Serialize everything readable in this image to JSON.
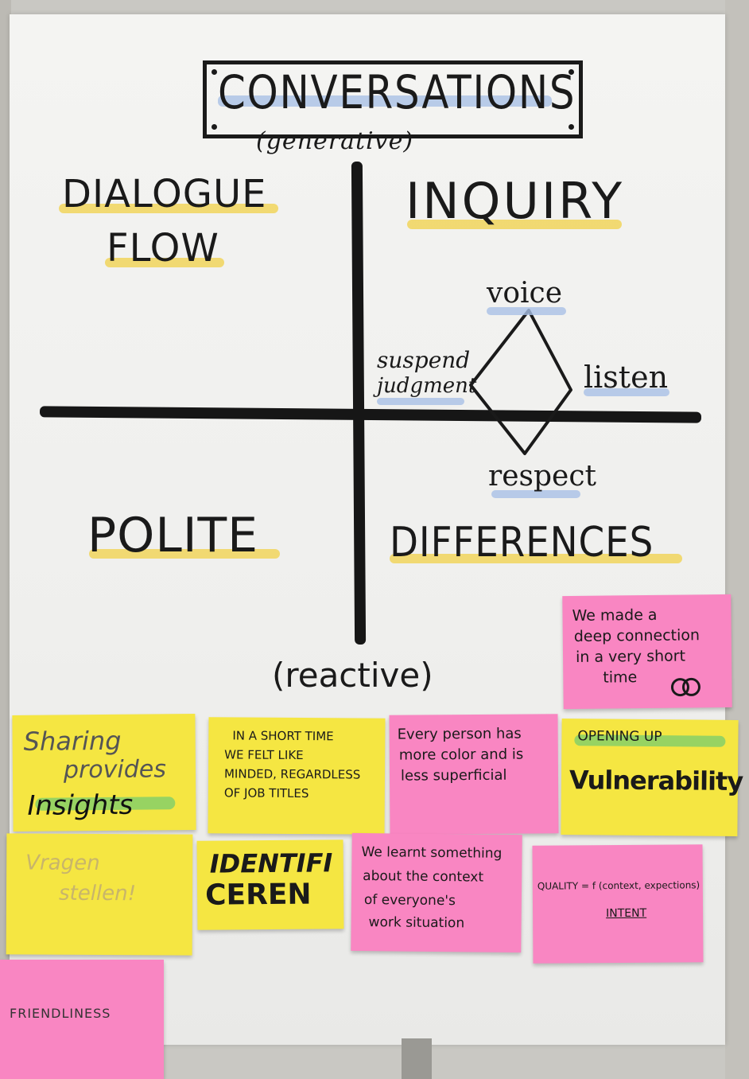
{
  "chart_title": "CONVERSATIONS",
  "top_label": "(generative)",
  "bottom_label": "(reactive)",
  "quadrants": {
    "top_left": [
      "DIALOGUE",
      "FLOW"
    ],
    "top_right": "INQUIRY",
    "bottom_left": "POLITE",
    "bottom_right": "DIFFERENCES"
  },
  "diamond_labels": {
    "top": "voice",
    "right": "listen",
    "bottom": "respect",
    "left": [
      "suspend",
      "judgment"
    ]
  },
  "sticky_notes": {
    "connection": [
      "We made a",
      "deep connection",
      "in a very short",
      "time"
    ],
    "sharing": [
      "Sharing",
      "provides",
      "Insights"
    ],
    "short_time": [
      "IN A SHORT TIME",
      "WE FELT LIKE",
      "MINDED, REGARDLESS",
      "OF JOB TITLES"
    ],
    "every_person": [
      "Every person has",
      "more color and is",
      "less superficial"
    ],
    "opening_up": [
      "OPENING UP",
      "Vulnerability"
    ],
    "vragen": [
      "Vragen",
      "stellen!"
    ],
    "identificeren": [
      "IDENTIFI",
      "CEREN"
    ],
    "learnt": [
      "We learnt something",
      "about the context",
      "of everyone's",
      "work situation"
    ],
    "quality": [
      "QUALITY = f (context, expections)",
      "INTENT"
    ],
    "friendliness": "FRIENDLINESS"
  },
  "colors": {
    "marker": "#1a1a1a",
    "highlight_yellow": "#f1d55c",
    "highlight_blue": "#a9c0e6",
    "note_yellow": "#f5e642",
    "note_pink": "#f986c2"
  }
}
